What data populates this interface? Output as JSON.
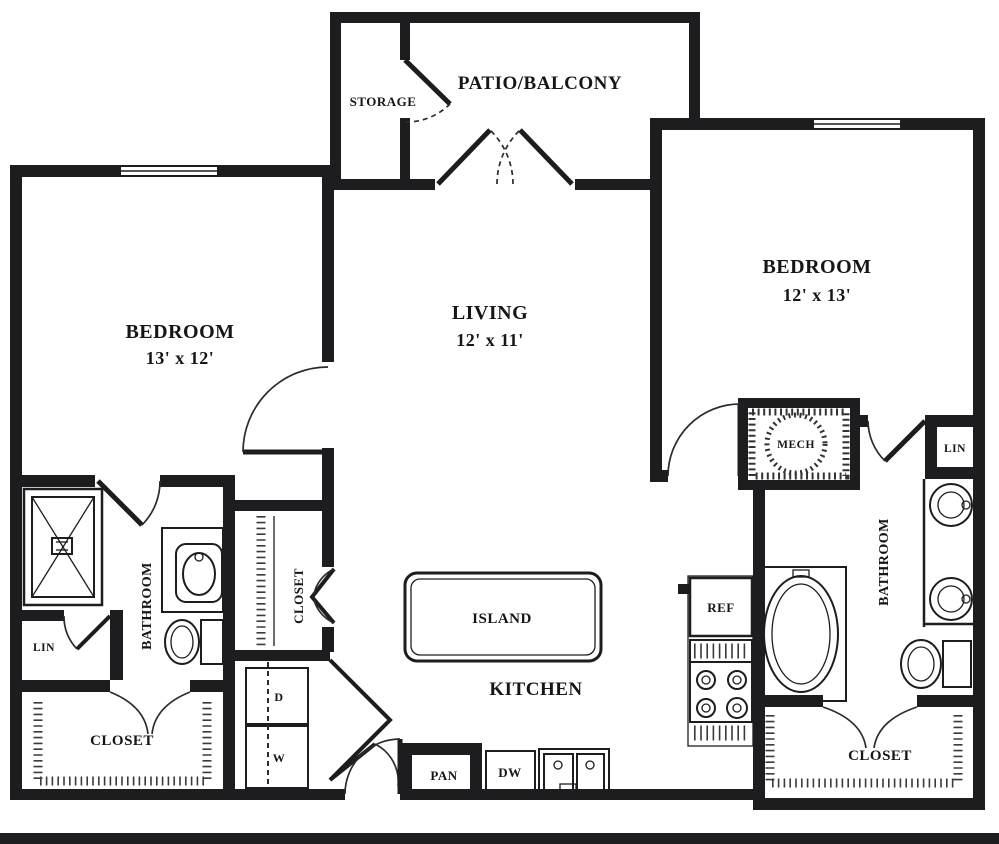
{
  "colors": {
    "wall": "#1d1d1f",
    "line": "#2b2b2b",
    "background": "#ffffff"
  },
  "rooms": {
    "patio": {
      "label": "PATIO/BALCONY"
    },
    "storage": {
      "label": "STORAGE"
    },
    "bedroom_left": {
      "label": "BEDROOM",
      "dims": "13' x 12'"
    },
    "living": {
      "label": "LIVING",
      "dims": "12' x 11'"
    },
    "bedroom_right": {
      "label": "BEDROOM",
      "dims": "12' x 13'"
    },
    "kitchen": {
      "label": "KITCHEN"
    },
    "island": {
      "label": "ISLAND"
    },
    "bathroom_left": {
      "label": "BATHROOM"
    },
    "bathroom_right": {
      "label": "BATHROOM"
    },
    "closet_walkin": {
      "label": "CLOSET"
    },
    "closet_bottom_left": {
      "label": "CLOSET"
    },
    "closet_bottom_right": {
      "label": "CLOSET"
    },
    "linen_left": {
      "label": "LIN"
    },
    "linen_right": {
      "label": "LIN"
    },
    "pantry": {
      "label": "PAN"
    },
    "mech": {
      "label": "MECH"
    }
  },
  "appliances": {
    "refrigerator": {
      "label": "REF"
    },
    "dishwasher": {
      "label": "DW"
    },
    "dryer": {
      "label": "D"
    },
    "washer": {
      "label": "W"
    }
  }
}
